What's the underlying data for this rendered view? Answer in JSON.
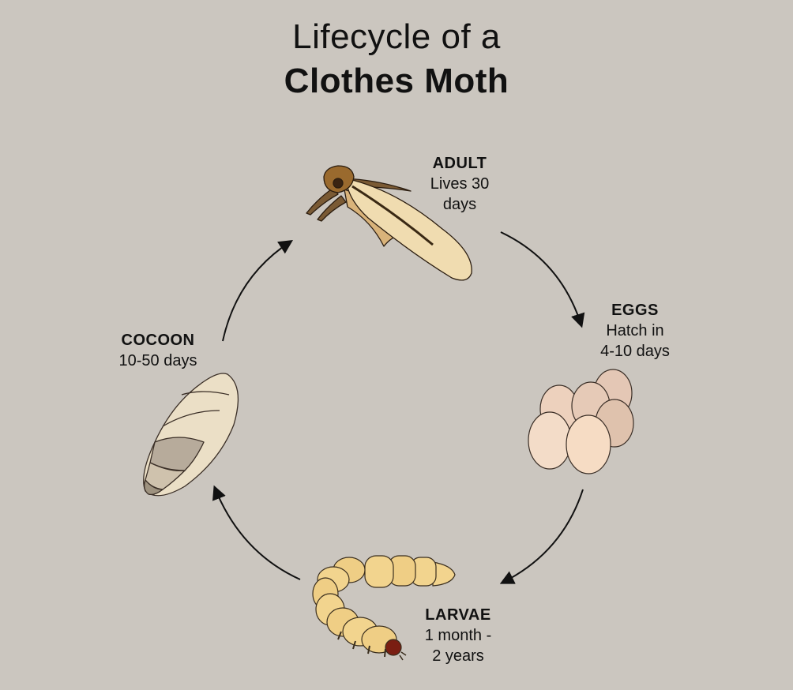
{
  "title": {
    "line1": "Lifecycle of a",
    "line2": "Clothes Moth"
  },
  "stages": {
    "adult": {
      "name": "ADULT",
      "duration_line1": "Lives 30",
      "duration_line2": "days"
    },
    "eggs": {
      "name": "EGGS",
      "duration_line1": "Hatch in",
      "duration_line2": "4-10 days"
    },
    "larvae": {
      "name": "LARVAE",
      "duration_line1": "1 month -",
      "duration_line2": "2 years"
    },
    "cocoon": {
      "name": "COCOON",
      "duration_line1": "10-50 days",
      "duration_line2": ""
    }
  },
  "colors": {
    "background": "#cbc6bf",
    "arrow": "#111111",
    "moth_wing": "#f0dcb0",
    "moth_head": "#9a6a2e",
    "egg": "#f3d9c4",
    "larva": "#f2d48e",
    "larva_head": "#7a1e12",
    "cocoon_light": "#ebdfc6",
    "cocoon_band": "#b7ab9b"
  }
}
